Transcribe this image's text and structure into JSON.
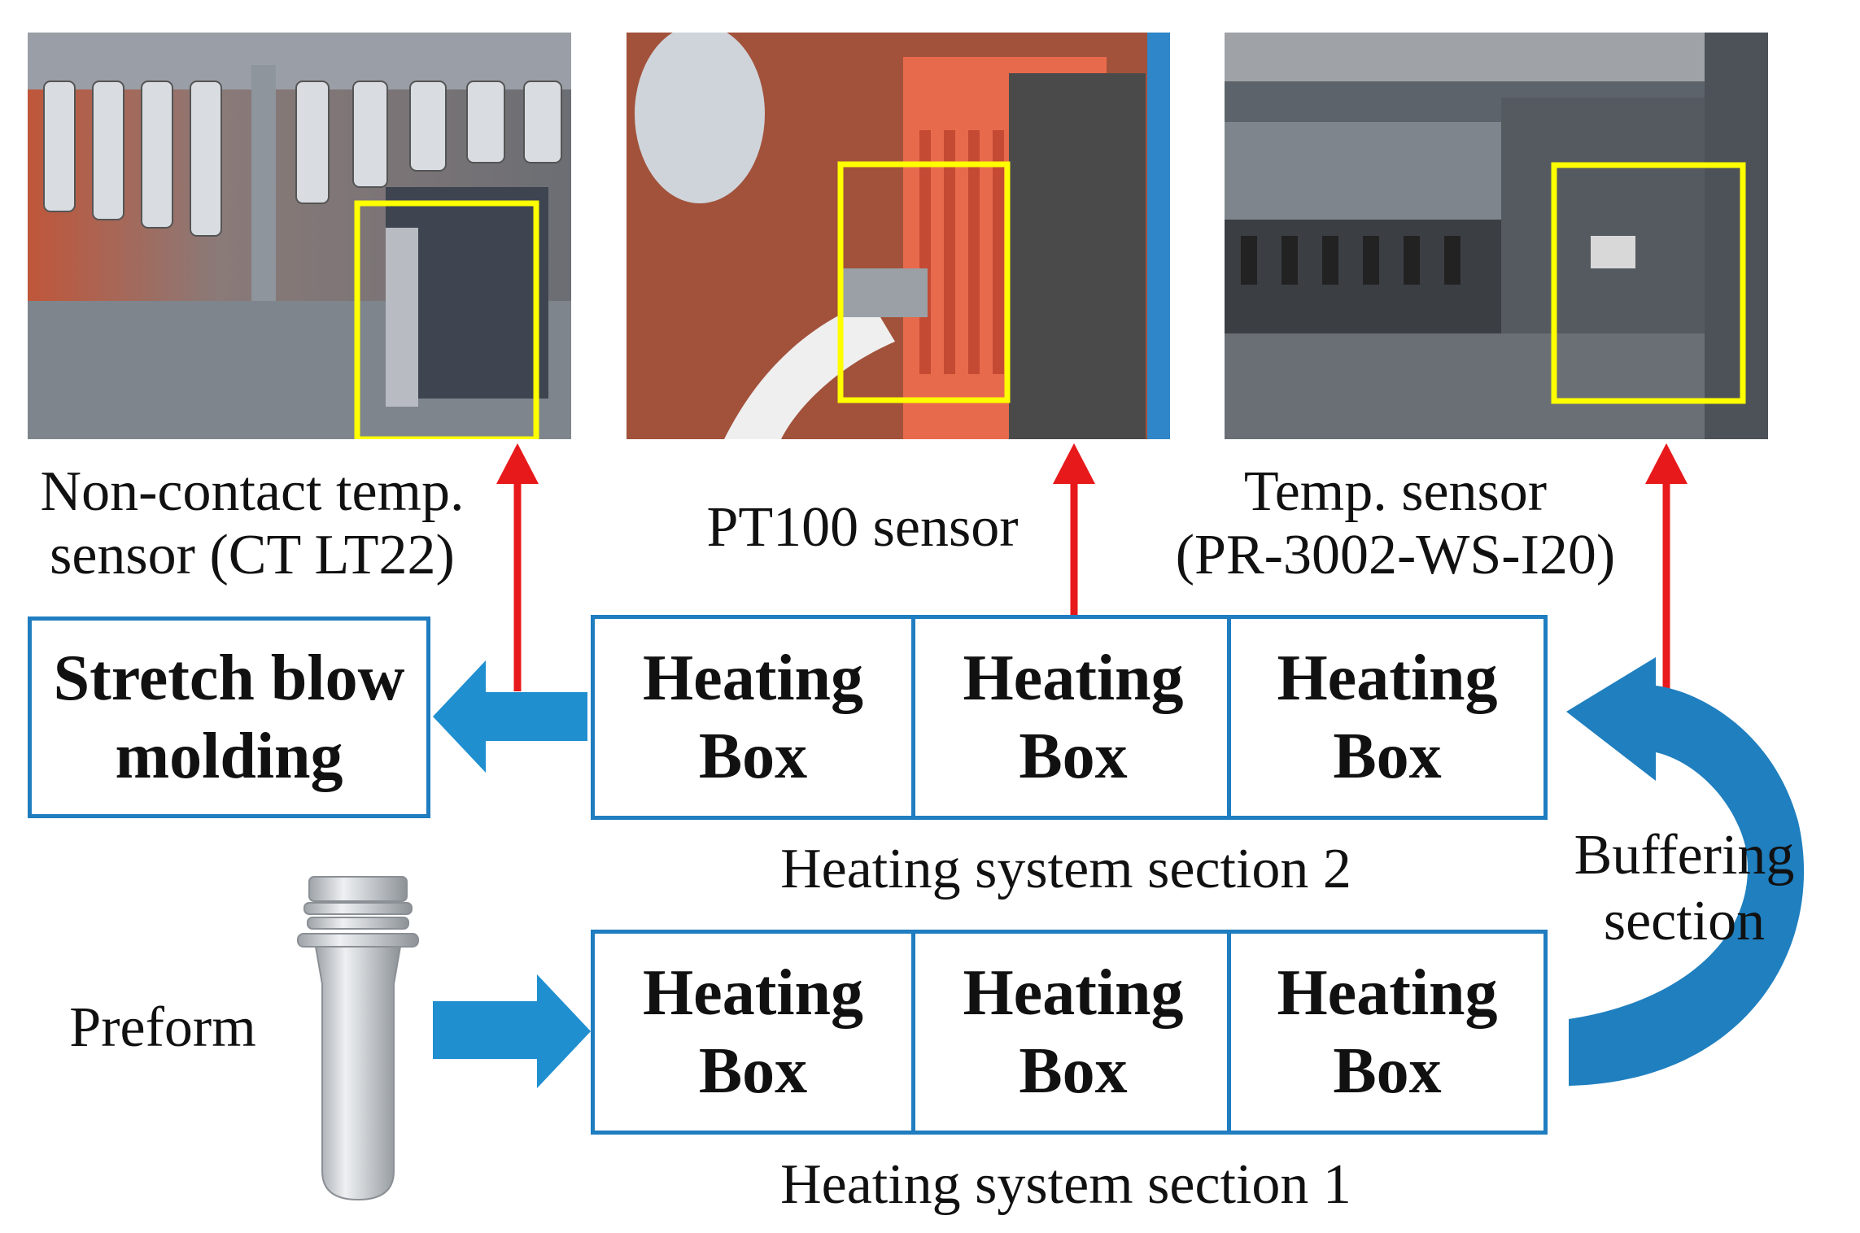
{
  "colors": {
    "box_border": "#1f7dc0",
    "flow_arrow": "#1f8fd0",
    "sensor_arrow": "#e8191b",
    "highlight": "#ffff00"
  },
  "photos": [
    {
      "name": "non-contact-sensor-photo"
    },
    {
      "name": "pt100-sensor-photo"
    },
    {
      "name": "buffering-sensor-photo"
    }
  ],
  "sensors": {
    "non_contact_line1": "Non-contact temp.",
    "non_contact_line2": "sensor (CT LT22)",
    "pt100": "PT100 sensor",
    "temp_line1": "Temp. sensor",
    "temp_line2": "(PR-3002-WS-I20)"
  },
  "stretch_blow": {
    "line1": "Stretch blow",
    "line2": "molding"
  },
  "section2": {
    "label": "Heating system section 2",
    "boxes": [
      {
        "line1": "Heating",
        "line2": "Box"
      },
      {
        "line1": "Heating",
        "line2": "Box"
      },
      {
        "line1": "Heating",
        "line2": "Box"
      }
    ]
  },
  "section1": {
    "label": "Heating system section 1",
    "boxes": [
      {
        "line1": "Heating",
        "line2": "Box"
      },
      {
        "line1": "Heating",
        "line2": "Box"
      },
      {
        "line1": "Heating",
        "line2": "Box"
      }
    ]
  },
  "buffering": {
    "line1": "Buffering",
    "line2": "section"
  },
  "preform": {
    "label": "Preform"
  }
}
